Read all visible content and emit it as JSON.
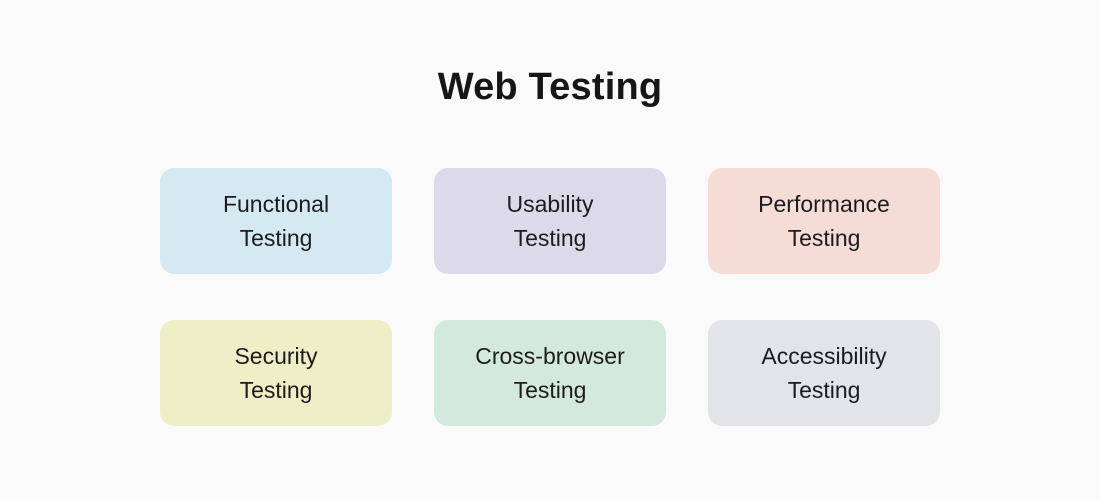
{
  "title": "Web Testing",
  "colors": {
    "background": "#fafafa",
    "title_text": "#161616",
    "card_text": "#1c1c1e"
  },
  "cards": [
    {
      "line1": "Functional",
      "line2": "Testing",
      "bg": "#d5e9f2"
    },
    {
      "line1": "Usability",
      "line2": "Testing",
      "bg": "#dcdae9"
    },
    {
      "line1": "Performance",
      "line2": "Testing",
      "bg": "#f5dcd7"
    },
    {
      "line1": "Security",
      "line2": "Testing",
      "bg": "#eeeec7"
    },
    {
      "line1": "Cross-browser",
      "line2": "Testing",
      "bg": "#d3e9dd"
    },
    {
      "line1": "Accessibility",
      "line2": "Testing",
      "bg": "#e2e4e8"
    }
  ]
}
